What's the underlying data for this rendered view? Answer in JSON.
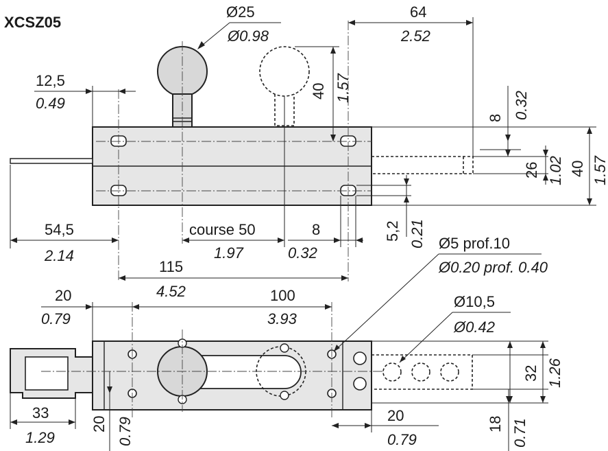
{
  "model": "XCSZ05",
  "dimensions": {
    "ball_diameter": {
      "mm": "Ø25",
      "inch": "Ø0.98"
    },
    "total_stroke_64": {
      "mm": "64",
      "inch": "2.52"
    },
    "left_offset": {
      "mm": "12,5",
      "inch": "0.49"
    },
    "ball_height": {
      "mm": "40",
      "inch": "1.57"
    },
    "right_gap": {
      "mm": "8",
      "inch": "0.32"
    },
    "plunger_height": {
      "mm": "26",
      "inch": "1.02"
    },
    "body_height": {
      "mm": "40",
      "inch": "1.57"
    },
    "rod_length": {
      "mm": "54,5",
      "inch": "2.14"
    },
    "course": {
      "mm": "course 50",
      "inch": "1.97"
    },
    "hole_offset": {
      "mm": "8",
      "inch": "0.32"
    },
    "hole_height": {
      "mm": "5,2",
      "inch": "0.21"
    },
    "body_length": {
      "mm": "115",
      "inch": "4.52"
    },
    "hole_spec": {
      "mm": "Ø5 prof.10",
      "inch": "Ø0.20 prof. 0.40"
    },
    "top_left_offset": {
      "mm": "20",
      "inch": "0.79"
    },
    "hole_spacing": {
      "mm": "100",
      "inch": "3.93"
    },
    "plunger_diameter": {
      "mm": "Ø10,5",
      "inch": "Ø0.42"
    },
    "plunger_width": {
      "mm": "32",
      "inch": "1.26"
    },
    "bracket_width": {
      "mm": "33",
      "inch": "1.29"
    },
    "bottom_left_offset": {
      "mm": "20",
      "inch": "0.79"
    },
    "plunger_extension": {
      "mm": "20",
      "inch": "0.79"
    },
    "bottom_right_offset": {
      "mm": "18",
      "inch": "0.71"
    }
  }
}
